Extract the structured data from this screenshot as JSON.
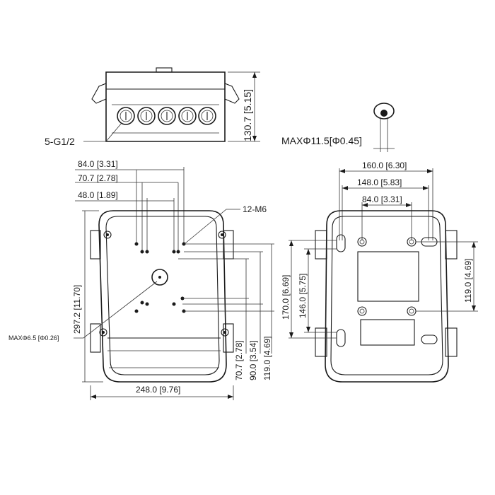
{
  "top_view": {
    "inlet_label": "5-G1/2",
    "height_dim": "130.7 [5.15]"
  },
  "grommet": {
    "max_hole": "MAXΦ11.5[Φ0.45]"
  },
  "front_view": {
    "dim_84": "84.0 [3.31]",
    "dim_70_7": "70.7 [2.78]",
    "dim_48": "48.0 [1.89]",
    "screw_label": "12-M6",
    "height_dim": "297.2 [11.70]",
    "center_hole": "MAXΦ6.5 [Φ0.26]",
    "width_dim": "248.0 [9.76]",
    "vdim_70_7": "70.7 [2.78]",
    "vdim_90": "90.0 [3.54]",
    "vdim_119": "119.0 [4.69]"
  },
  "back_view": {
    "dim_160": "160.0 [6.30]",
    "dim_148": "148.0 [5.83]",
    "dim_84": "84.0 [3.31]",
    "vdim_170": "170.0 [6.69]",
    "vdim_146": "146.0 [5.75]",
    "vdim_119": "119.0 [4.69]"
  }
}
